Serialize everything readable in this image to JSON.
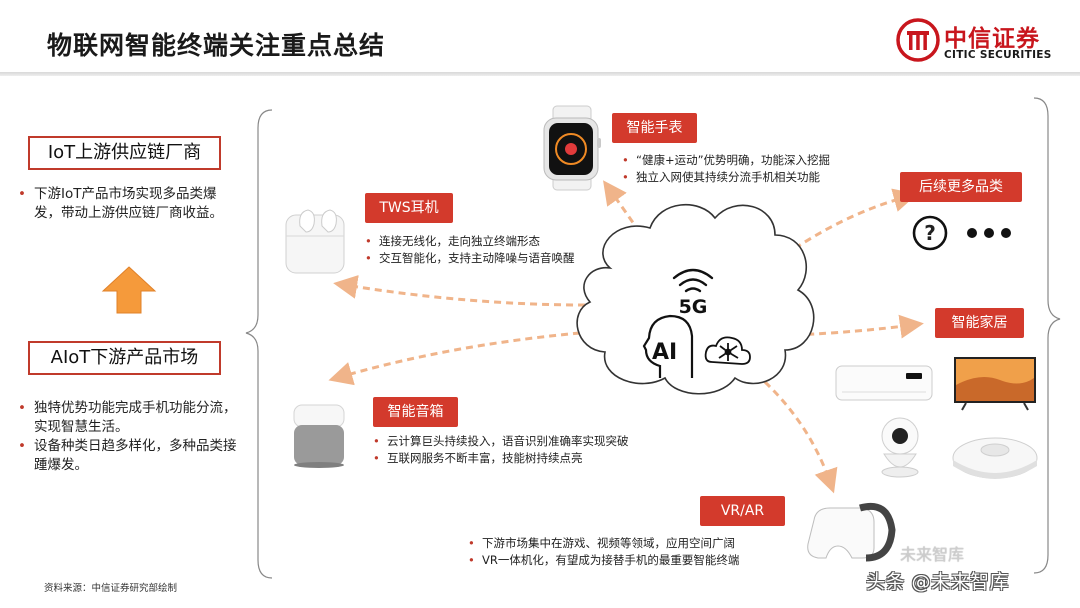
{
  "header": {
    "title": "物联网智能终端关注重点总结",
    "brand_cn": "中信证券",
    "brand_en": "CITIC SECURITIES"
  },
  "left": {
    "supply_title": "IoT上游供应链厂商",
    "supply_bullets": [
      "下游IoT产品市场实现多品类爆发，带动上游供应链厂商收益。"
    ],
    "market_title": "AIoT下游产品市场",
    "market_bullets": [
      "独特优势功能完成手机功能分流，实现智慧生活。",
      "设备种类日趋多样化，多种品类接踵爆发。"
    ]
  },
  "center": {
    "label_5g": "5G",
    "label_ai": "AI"
  },
  "categories": {
    "watch": {
      "label": "智能手表",
      "bullets": [
        "“健康+运动”优势明确，功能深入挖掘",
        "独立入网使其持续分流手机相关功能"
      ]
    },
    "tws": {
      "label": "TWS耳机",
      "bullets": [
        "连接无线化，走向独立终端形态",
        "交互智能化，支持主动降噪与语音唤醒"
      ]
    },
    "more": {
      "label": "后续更多品类",
      "question": "?"
    },
    "home": {
      "label": "智能家居"
    },
    "speaker": {
      "label": "智能音箱",
      "bullets": [
        "云计算巨头持续投入，语音识别准确率实现突破",
        "互联网服务不断丰富，技能树持续点亮"
      ]
    },
    "vr": {
      "label": "VR/AR",
      "bullets": [
        "下游市场集中在游戏、视频等领域，应用空间广阔",
        "VR一体机化，有望成为接替手机的最重要智能终端"
      ]
    }
  },
  "footer": {
    "source": "资料来源：中信证券研究部绘制",
    "watermark": "头条 @未来智库",
    "watermark_faint": "未来智库"
  },
  "colors": {
    "accent": "#d33a2c",
    "outline": "#c03a2b",
    "arrow_dash": "#f0b48a",
    "arrow_orange": "#f59a3b"
  }
}
